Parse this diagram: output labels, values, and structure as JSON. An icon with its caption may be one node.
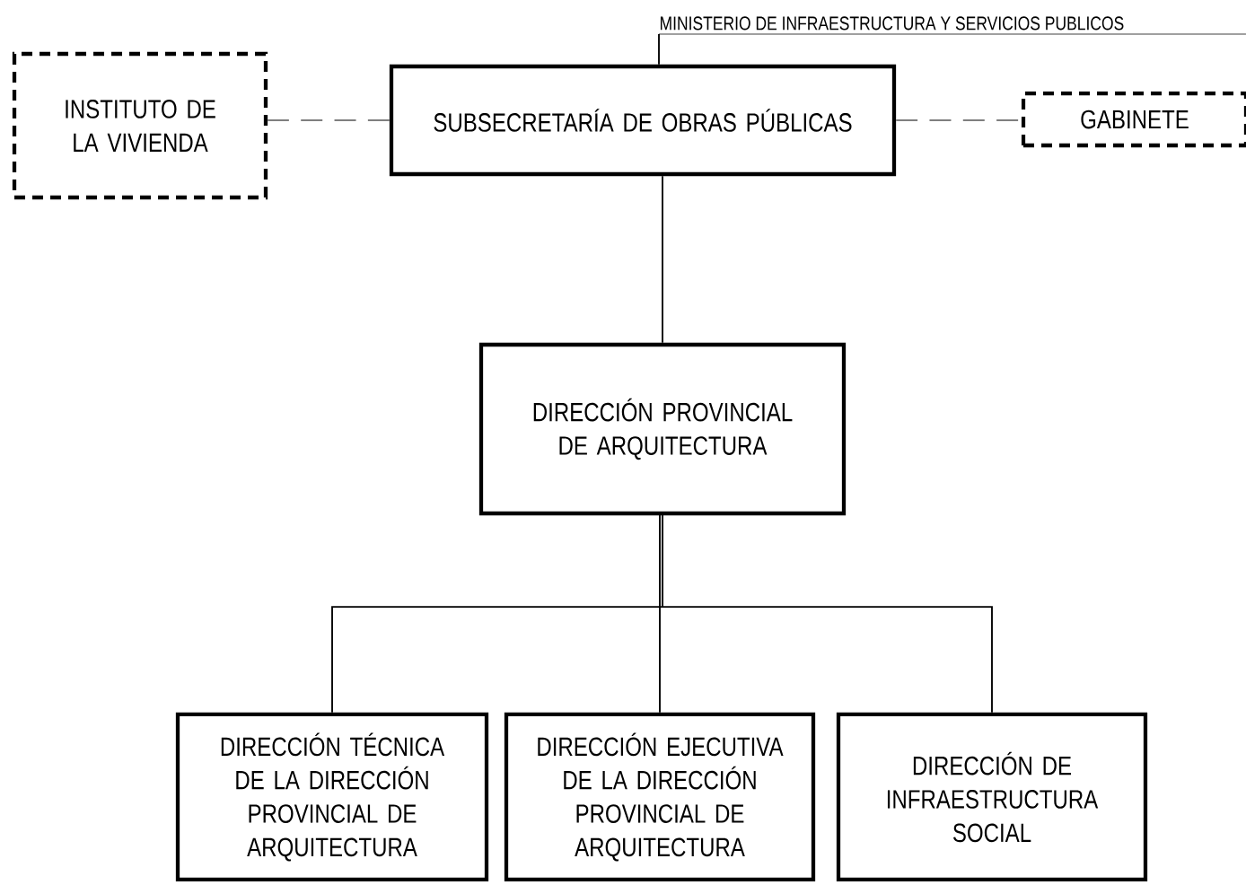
{
  "diagram": {
    "nodes": [
      {
        "text": [
          "MINISTERIO DE INFRAESTRUCTURA Y SERVICIOS PUBLICOS"
        ]
      },
      {
        "text": [
          "SUBSECRETARÍA DE OBRAS PÚBLICAS"
        ]
      },
      {
        "text": [
          "INSTITUTO DE LA VIVIENDA"
        ]
      },
      {
        "text": [
          "GABINETE"
        ]
      },
      {
        "text": [
          "DIRECCIÓN PROVINCIAL DE ARQUITECTURA"
        ]
      },
      {
        "text": [
          "DIRECCIÓN TÉCNICA DE LA DIRECCIÓN PROVINCIAL DE ARQUITECTURA"
        ]
      },
      {
        "text": [
          "DIRECCIÓN EJECUTIVA DE LA DIRECCIÓN PROVINCIAL DE ARQUITECTURA"
        ]
      },
      {
        "text": [
          "DIRECCIÓN DE INFRAESTRUCTURA SOCIAL"
        ]
      }
    ],
    "edges": [
      {
        "from": 0,
        "to": 1,
        "arrow": "none"
      },
      {
        "from": 1,
        "to": 2,
        "arrow": "none",
        "style": "dashed",
        "color": "#7f7f7f"
      },
      {
        "from": 1,
        "to": 3,
        "arrow": "none",
        "style": "dashed",
        "color": "#7f7f7f"
      },
      {
        "from": 1,
        "to": 4,
        "arrow": "none"
      },
      {
        "from": 4,
        "to": 5,
        "arrow": "none"
      },
      {
        "from": 4,
        "to": 6,
        "arrow": "none"
      },
      {
        "from": 4,
        "to": 7,
        "arrow": "none"
      }
    ]
  }
}
